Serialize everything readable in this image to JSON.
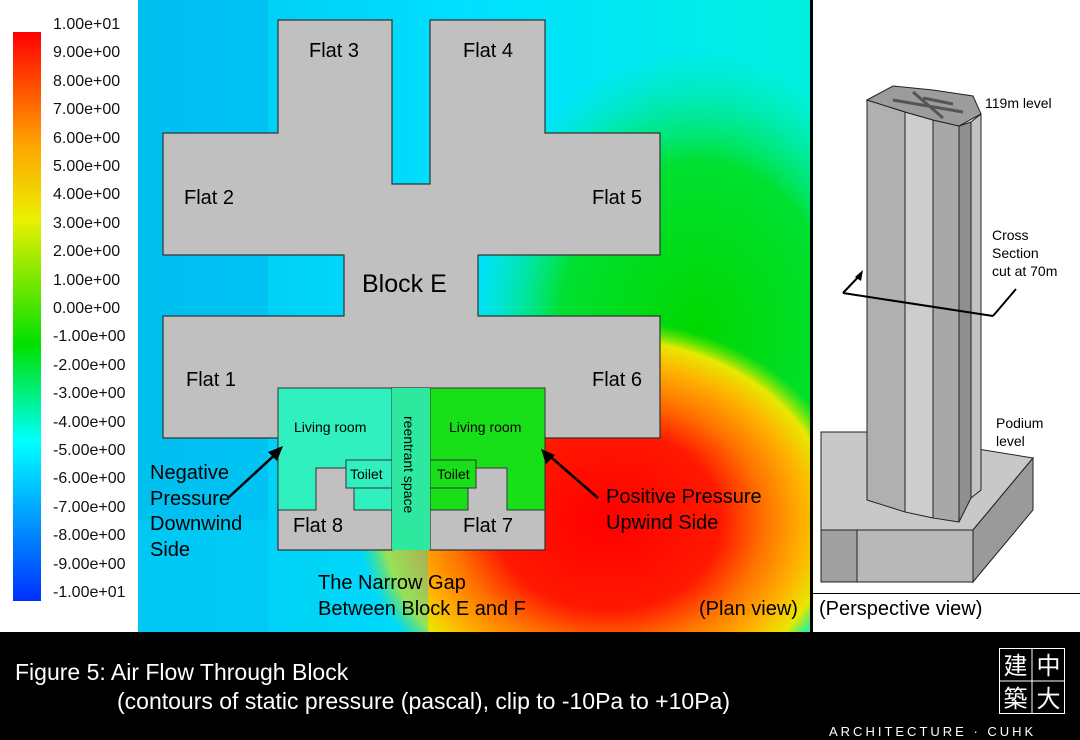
{
  "scale": {
    "ticks": [
      "1.00e+01",
      "9.00e+00",
      "8.00e+00",
      "7.00e+00",
      "6.00e+00",
      "5.00e+00",
      "4.00e+00",
      "3.00e+00",
      "2.00e+00",
      "1.00e+00",
      "0.00e+00",
      "-1.00e+00",
      "-2.00e+00",
      "-3.00e+00",
      "-4.00e+00",
      "-5.00e+00",
      "-6.00e+00",
      "-7.00e+00",
      "-8.00e+00",
      "-9.00e+00",
      "-1.00e+01"
    ]
  },
  "plan": {
    "flat1": "Flat 1",
    "flat2": "Flat 2",
    "flat3": "Flat 3",
    "flat4": "Flat 4",
    "flat5": "Flat 5",
    "flat6": "Flat 6",
    "flat7": "Flat 7",
    "flat8": "Flat 8",
    "block": "Block E",
    "living_left": "Living room",
    "living_right": "Living room",
    "toilet_left": "Toilet",
    "toilet_right": "Toilet",
    "reentrant": "reentrant space",
    "negative": "Negative\nPressure\nDownwind\nSide",
    "positive": "Positive Pressure\nUpwind Side",
    "gap": "The Narrow Gap\nBetween Block E and F",
    "view": "(Plan view)"
  },
  "perspective": {
    "level_top": "119m level",
    "cross_section": "Cross\nSection\ncut at 70m",
    "podium": "Podium\nlevel",
    "view": "(Perspective view)"
  },
  "caption": {
    "line1": "Figure 5: Air Flow Through Block",
    "line2": "(contours of static pressure (pascal), clip to -10Pa to +10Pa)"
  },
  "logo": {
    "chars": [
      "建",
      "中",
      "築",
      "大"
    ],
    "text": "ARCHITECTURE · CUHK"
  },
  "colors": {
    "building": "#c0c0c0",
    "outline": "#222222",
    "cyan_field": "#00e8ff",
    "green_field": "#00e000",
    "red_field": "#ff0000"
  }
}
